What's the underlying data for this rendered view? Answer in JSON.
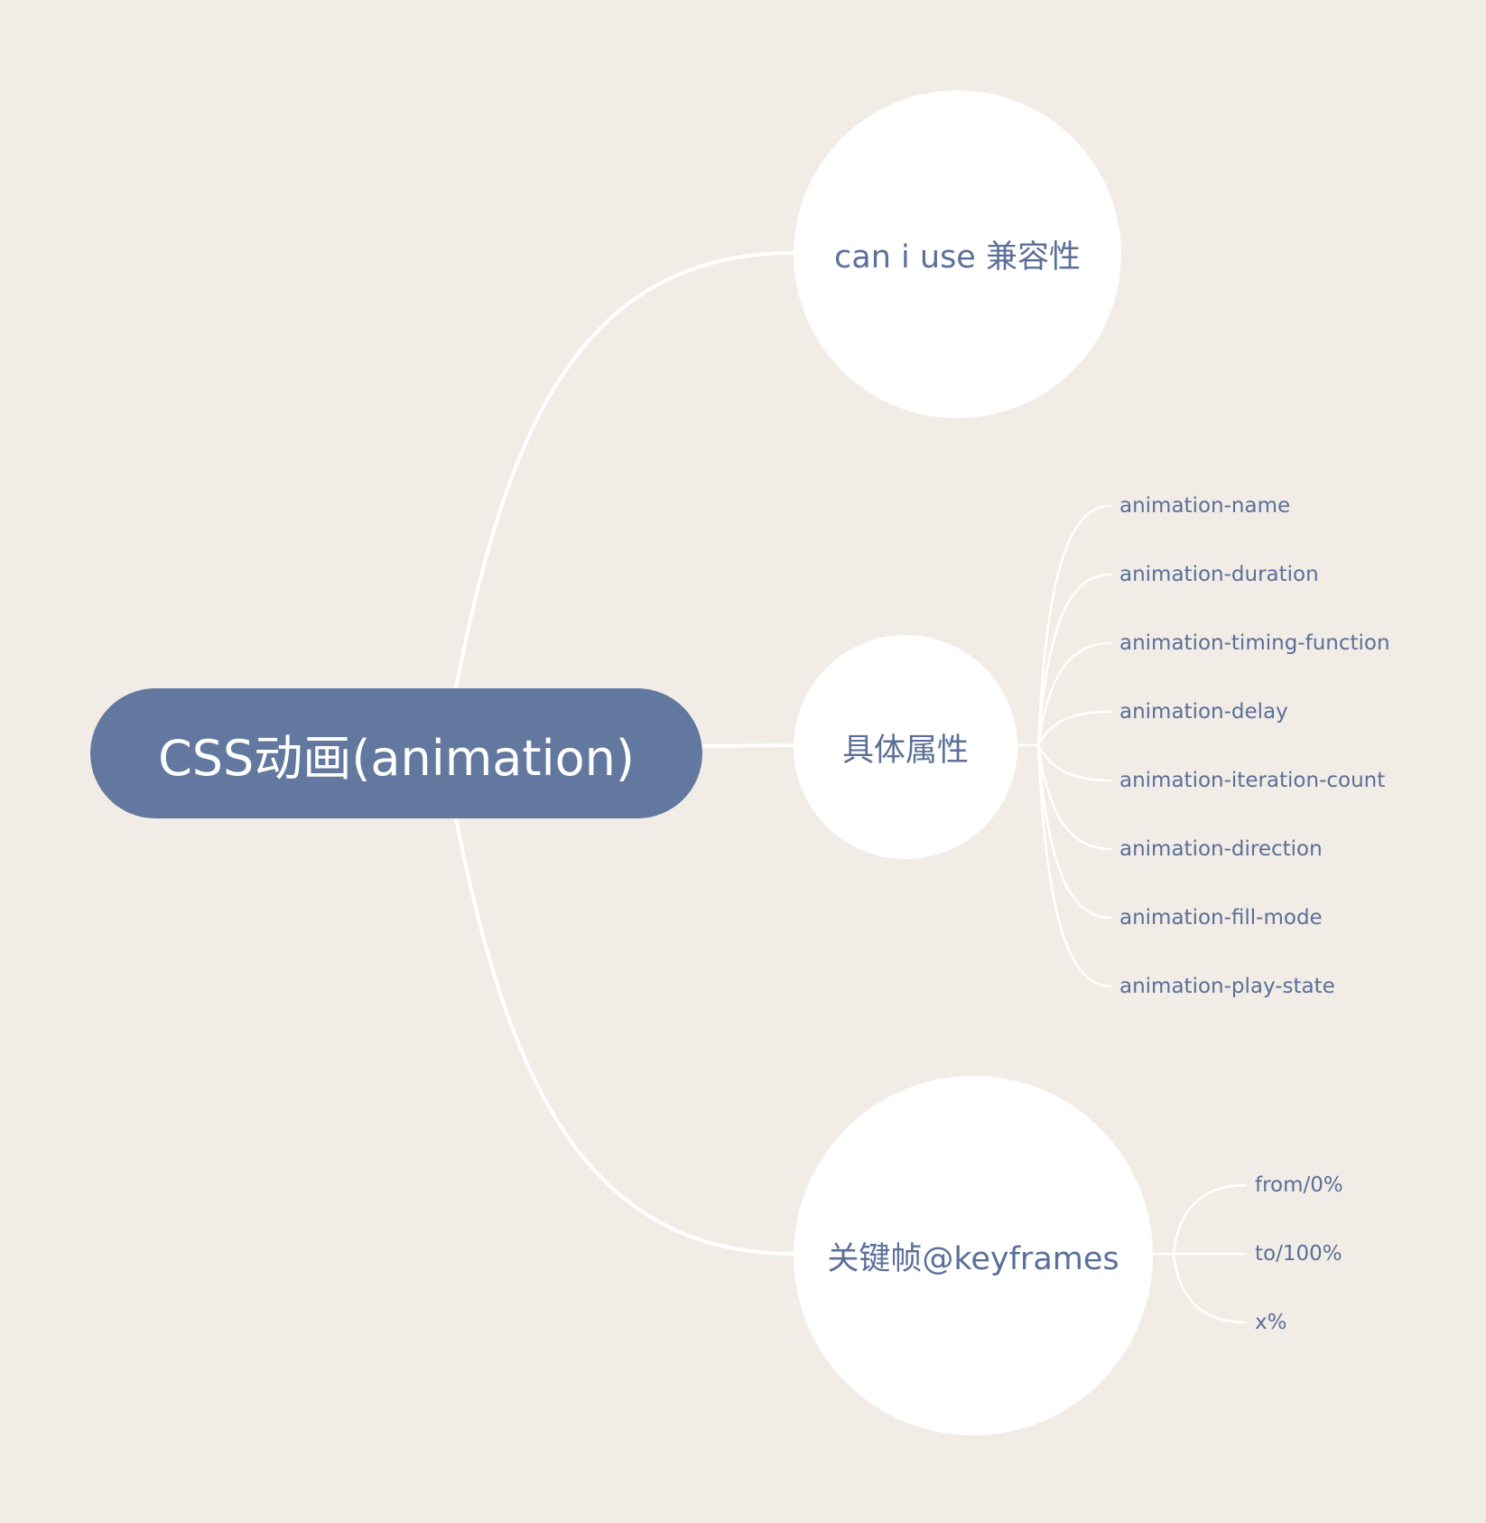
{
  "colors": {
    "background": "#f1ece6",
    "root_fill": "#62789f",
    "root_text": "#ffffff",
    "node_fill": "#ffffff",
    "node_text": "#5b6f98",
    "connector": "#ffffff"
  },
  "root": {
    "label": "CSS动画(animation)"
  },
  "branches": [
    {
      "label": "can i use 兼容性",
      "children": []
    },
    {
      "label": "具体属性",
      "children": [
        "animation-name",
        "animation-duration",
        "animation-timing-function",
        "animation-delay",
        "animation-iteration-count",
        "animation-direction",
        "animation-fill-mode",
        "animation-play-state"
      ]
    },
    {
      "label": "关键帧@keyframes",
      "children": [
        "from/0%",
        "to/100%",
        "x%"
      ]
    }
  ]
}
